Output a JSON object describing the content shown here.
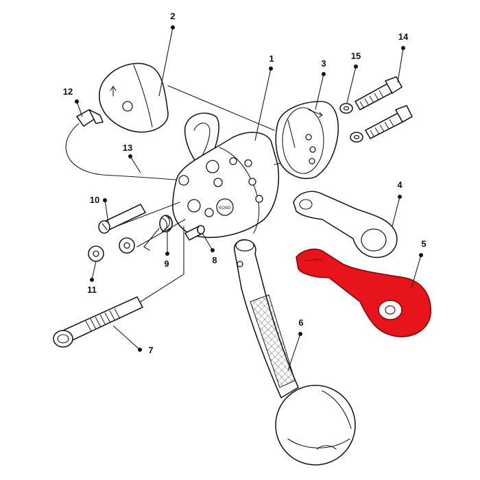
{
  "highlight_color": "#e8141b",
  "line_color": "#1a1a1a",
  "callouts": {
    "c1": "1",
    "c2": "2",
    "c3": "3",
    "c4": "4",
    "c5": "5",
    "c6": "6",
    "c7": "7",
    "c8": "8",
    "c9": "9",
    "c10": "10",
    "c11": "11",
    "c12": "12",
    "c13": "13",
    "c14": "14",
    "c15": "15"
  },
  "highlighted_part": "5",
  "body_logo_text": "KONG"
}
